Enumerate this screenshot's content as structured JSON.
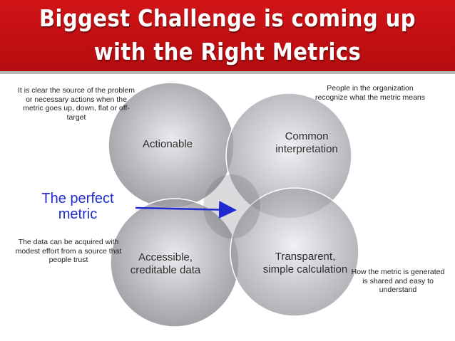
{
  "title": {
    "line1": "Biggest Challenge is coming up",
    "line2": "with the Right Metrics"
  },
  "circles": {
    "top_left": "Actionable",
    "top_right": "Common interpretation",
    "bottom_left": "Accessible, creditable data",
    "bottom_right": "Transparent, simple calculation"
  },
  "center_label": "The perfect metric",
  "notes": {
    "top_left": "It is clear the source of the problem or necessary actions when the metric goes up, down, flat or off-target",
    "top_right": "People in the organization recognize what the metric means",
    "bottom_left": "The data can be acquired with modest effort from a source that people trust",
    "bottom_right": "How the metric is generated is shared and easy to understand"
  },
  "colors": {
    "banner": "#c40f12",
    "arrow": "#1f2bd0"
  }
}
